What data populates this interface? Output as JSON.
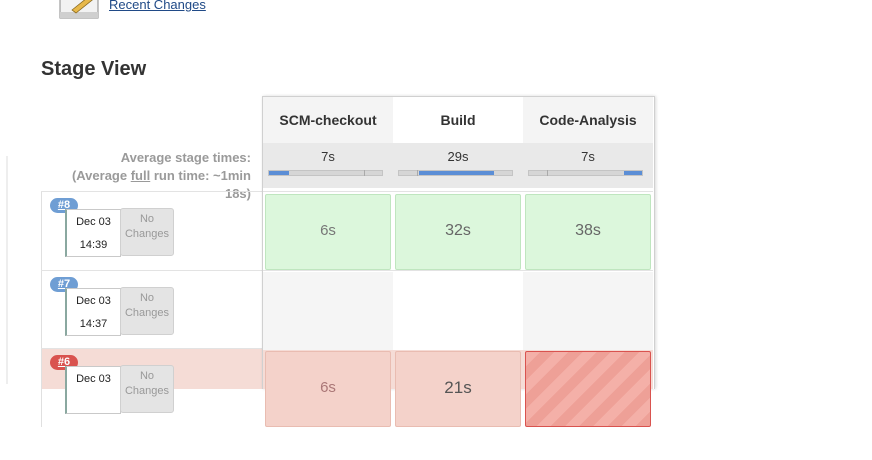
{
  "recent_changes": {
    "link_label": "Recent Changes"
  },
  "page_title": "Stage View",
  "average": {
    "label_line1": "Average stage times:",
    "label_prefix": "(Average ",
    "label_full": "full",
    "label_suffix": " run time: ~1min",
    "label_line3": "18s)"
  },
  "stages": [
    {
      "name": "SCM-checkout",
      "avg": "7s",
      "bar_start": 0.0,
      "bar_fraction": 0.18
    },
    {
      "name": "Build",
      "avg": "29s",
      "bar_start": 0.18,
      "bar_fraction": 0.66
    },
    {
      "name": "Code-Analysis",
      "avg": "7s",
      "bar_start": 0.84,
      "bar_fraction": 0.16
    }
  ],
  "builds": [
    {
      "number": "#8",
      "date": "Dec 03",
      "time": "14:39",
      "changes": "No Changes",
      "status": "success",
      "stage_times": [
        "6s",
        "32s",
        "38s"
      ]
    },
    {
      "number": "#7",
      "date": "Dec 03",
      "time": "14:37",
      "changes": "No Changes",
      "status": "success",
      "stage_times": [
        "",
        "",
        ""
      ]
    },
    {
      "number": "#6",
      "date": "Dec 03",
      "time": "",
      "changes": "No Changes",
      "status": "failed",
      "stage_times": [
        "6s",
        "21s",
        ""
      ]
    }
  ],
  "colors": {
    "success_cell": "#dcf7dc",
    "failed_cell": "#f4d2ca",
    "badge_blue": "#6f9ed4",
    "badge_red": "#d9534f",
    "bar_blue": "#5b8ed6"
  }
}
